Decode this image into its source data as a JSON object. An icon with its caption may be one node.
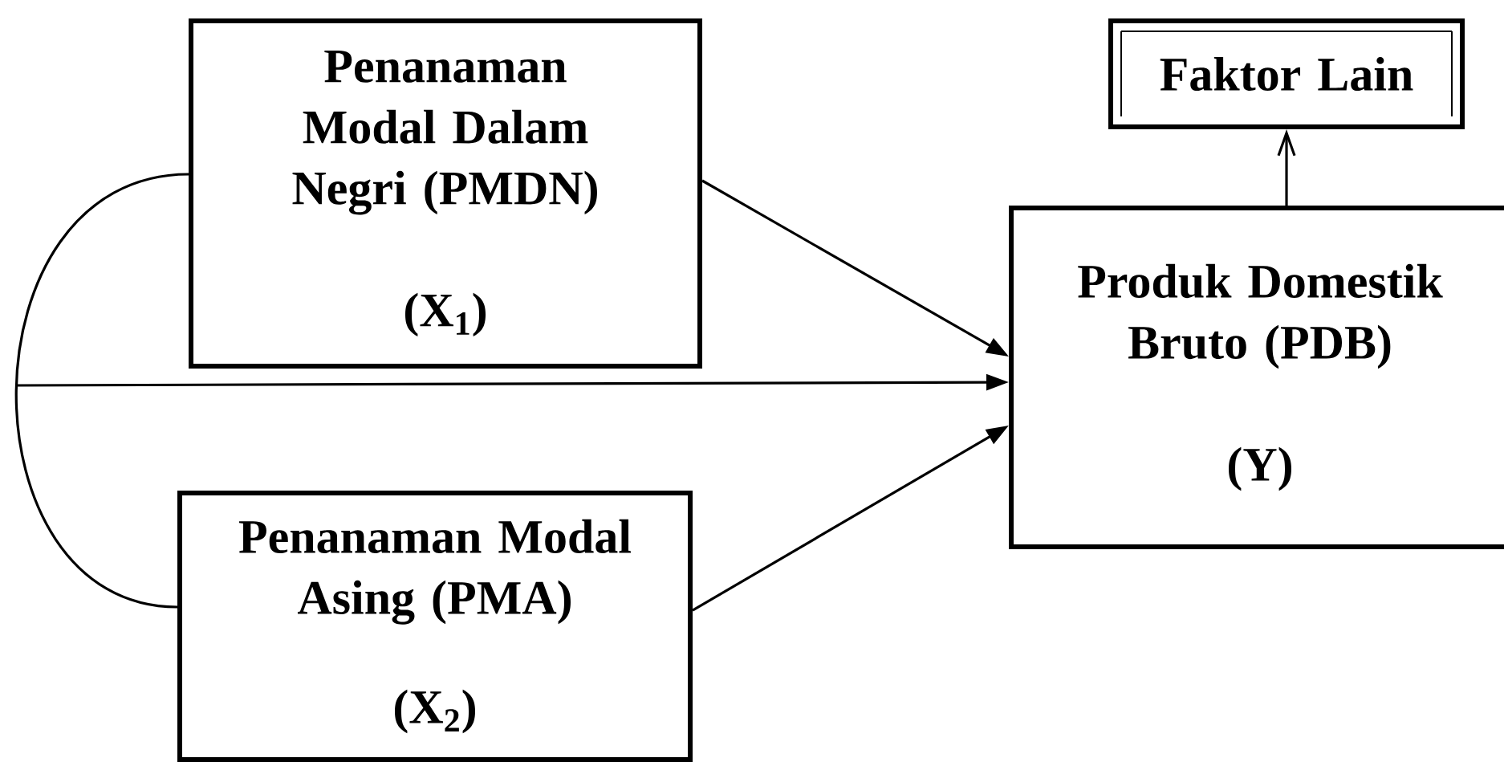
{
  "diagram": {
    "nodes": [
      {
        "text": [
          "Penanaman Modal Dalam Negri (PMDN)",
          "(X$_{1}$)"
        ]
      },
      {
        "text": [
          "Penanaman Modal Asing (PMA)",
          "(X$_{2}$)"
        ]
      },
      {
        "text": [
          "Produk Domestik Bruto (PDB)",
          "(Y)"
        ]
      },
      {
        "text": [
          "Faktor Lain"
        ]
      }
    ],
    "edges": [
      {
        "from": 0,
        "to": 2,
        "arrow": "to"
      },
      {
        "from": 1,
        "to": 2,
        "arrow": "to"
      },
      {
        "from": 2,
        "to": 3,
        "arrow": "to"
      },
      {
        "from": 0,
        "to": 1,
        "arrow": "none"
      },
      {
        "from": null,
        "to": 2,
        "arrow": "to"
      }
    ]
  }
}
